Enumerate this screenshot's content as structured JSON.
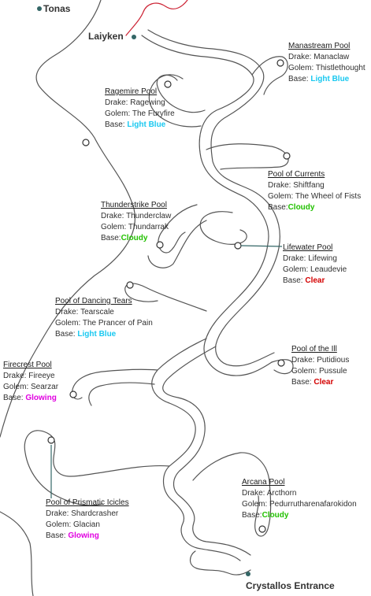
{
  "cities": {
    "tonas": "Tonas",
    "laiyken": "Laiyken",
    "entrance": "Crystallos Entrance"
  },
  "labels": {
    "drake": "Drake:",
    "golem": "Golem:",
    "base": "Base:"
  },
  "pools": [
    {
      "name": "Manastream Pool",
      "drake": "Manaclaw",
      "golem": "Thistlethought",
      "base": "Light Blue",
      "cls": "b-lb"
    },
    {
      "name": "Ragemire Pool",
      "drake": "Ragewing",
      "golem": "The Furyfire",
      "base": "Light Blue",
      "cls": "b-lb"
    },
    {
      "name": "Pool of Currents",
      "drake": "Shiftfang",
      "golem": "The Wheel of Fists",
      "base": "Cloudy",
      "cls": "b-cd"
    },
    {
      "name": "Thunderstrike Pool",
      "drake": "Thunderclaw",
      "golem": "Thundarrak",
      "base": "Cloudy",
      "cls": "b-cd"
    },
    {
      "name": "Lifewater Pool",
      "drake": "Lifewing",
      "golem": "Leaudevie",
      "base": "Clear",
      "cls": "b-cl"
    },
    {
      "name": "Pool of Dancing Tears",
      "drake": "Tearscale",
      "golem": "The Prancer of Pain",
      "base": "Light Blue",
      "cls": "b-lb"
    },
    {
      "name": "Pool of the Ill",
      "drake": "Putidious",
      "golem": "Pussule",
      "base": "Clear",
      "cls": "b-cl"
    },
    {
      "name": "Firecrest Pool",
      "drake": "Fireeye",
      "golem": "Searzar",
      "base": "Glowing",
      "cls": "b-gl"
    },
    {
      "name": "Pool of Prismatic Icicles",
      "drake": "Shardcrasher",
      "golem": "Glacian",
      "base": "Glowing",
      "cls": "b-gl"
    },
    {
      "name": "Arcana Pool",
      "drake": "Arcthorn",
      "golem": "Pedurrutharenafarokidon",
      "base": "Cloudy",
      "cls": "b-cd"
    }
  ]
}
